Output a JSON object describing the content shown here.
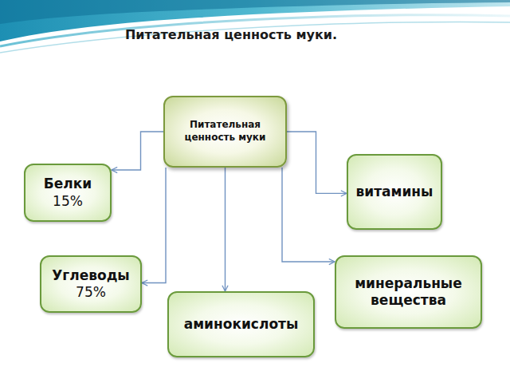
{
  "diagram": {
    "title": "Питательная ценность муки.",
    "nodes": [
      {
        "text": [
          "Питательная ценность муки"
        ]
      },
      {
        "text": [
          "Белки",
          "15%"
        ]
      },
      {
        "text": [
          "витамины"
        ]
      },
      {
        "text": [
          "Углеводы",
          "75%"
        ]
      },
      {
        "text": [
          "минеральные вещества"
        ]
      },
      {
        "text": [
          "аминокислоты"
        ]
      }
    ],
    "edges": [
      {
        "from": 0,
        "to": 1,
        "arrow": "to"
      },
      {
        "from": 0,
        "to": 2,
        "arrow": "to"
      },
      {
        "from": 0,
        "to": 3,
        "arrow": "to"
      },
      {
        "from": 0,
        "to": 4,
        "arrow": "to"
      },
      {
        "from": 0,
        "to": 5,
        "arrow": "to"
      }
    ]
  }
}
